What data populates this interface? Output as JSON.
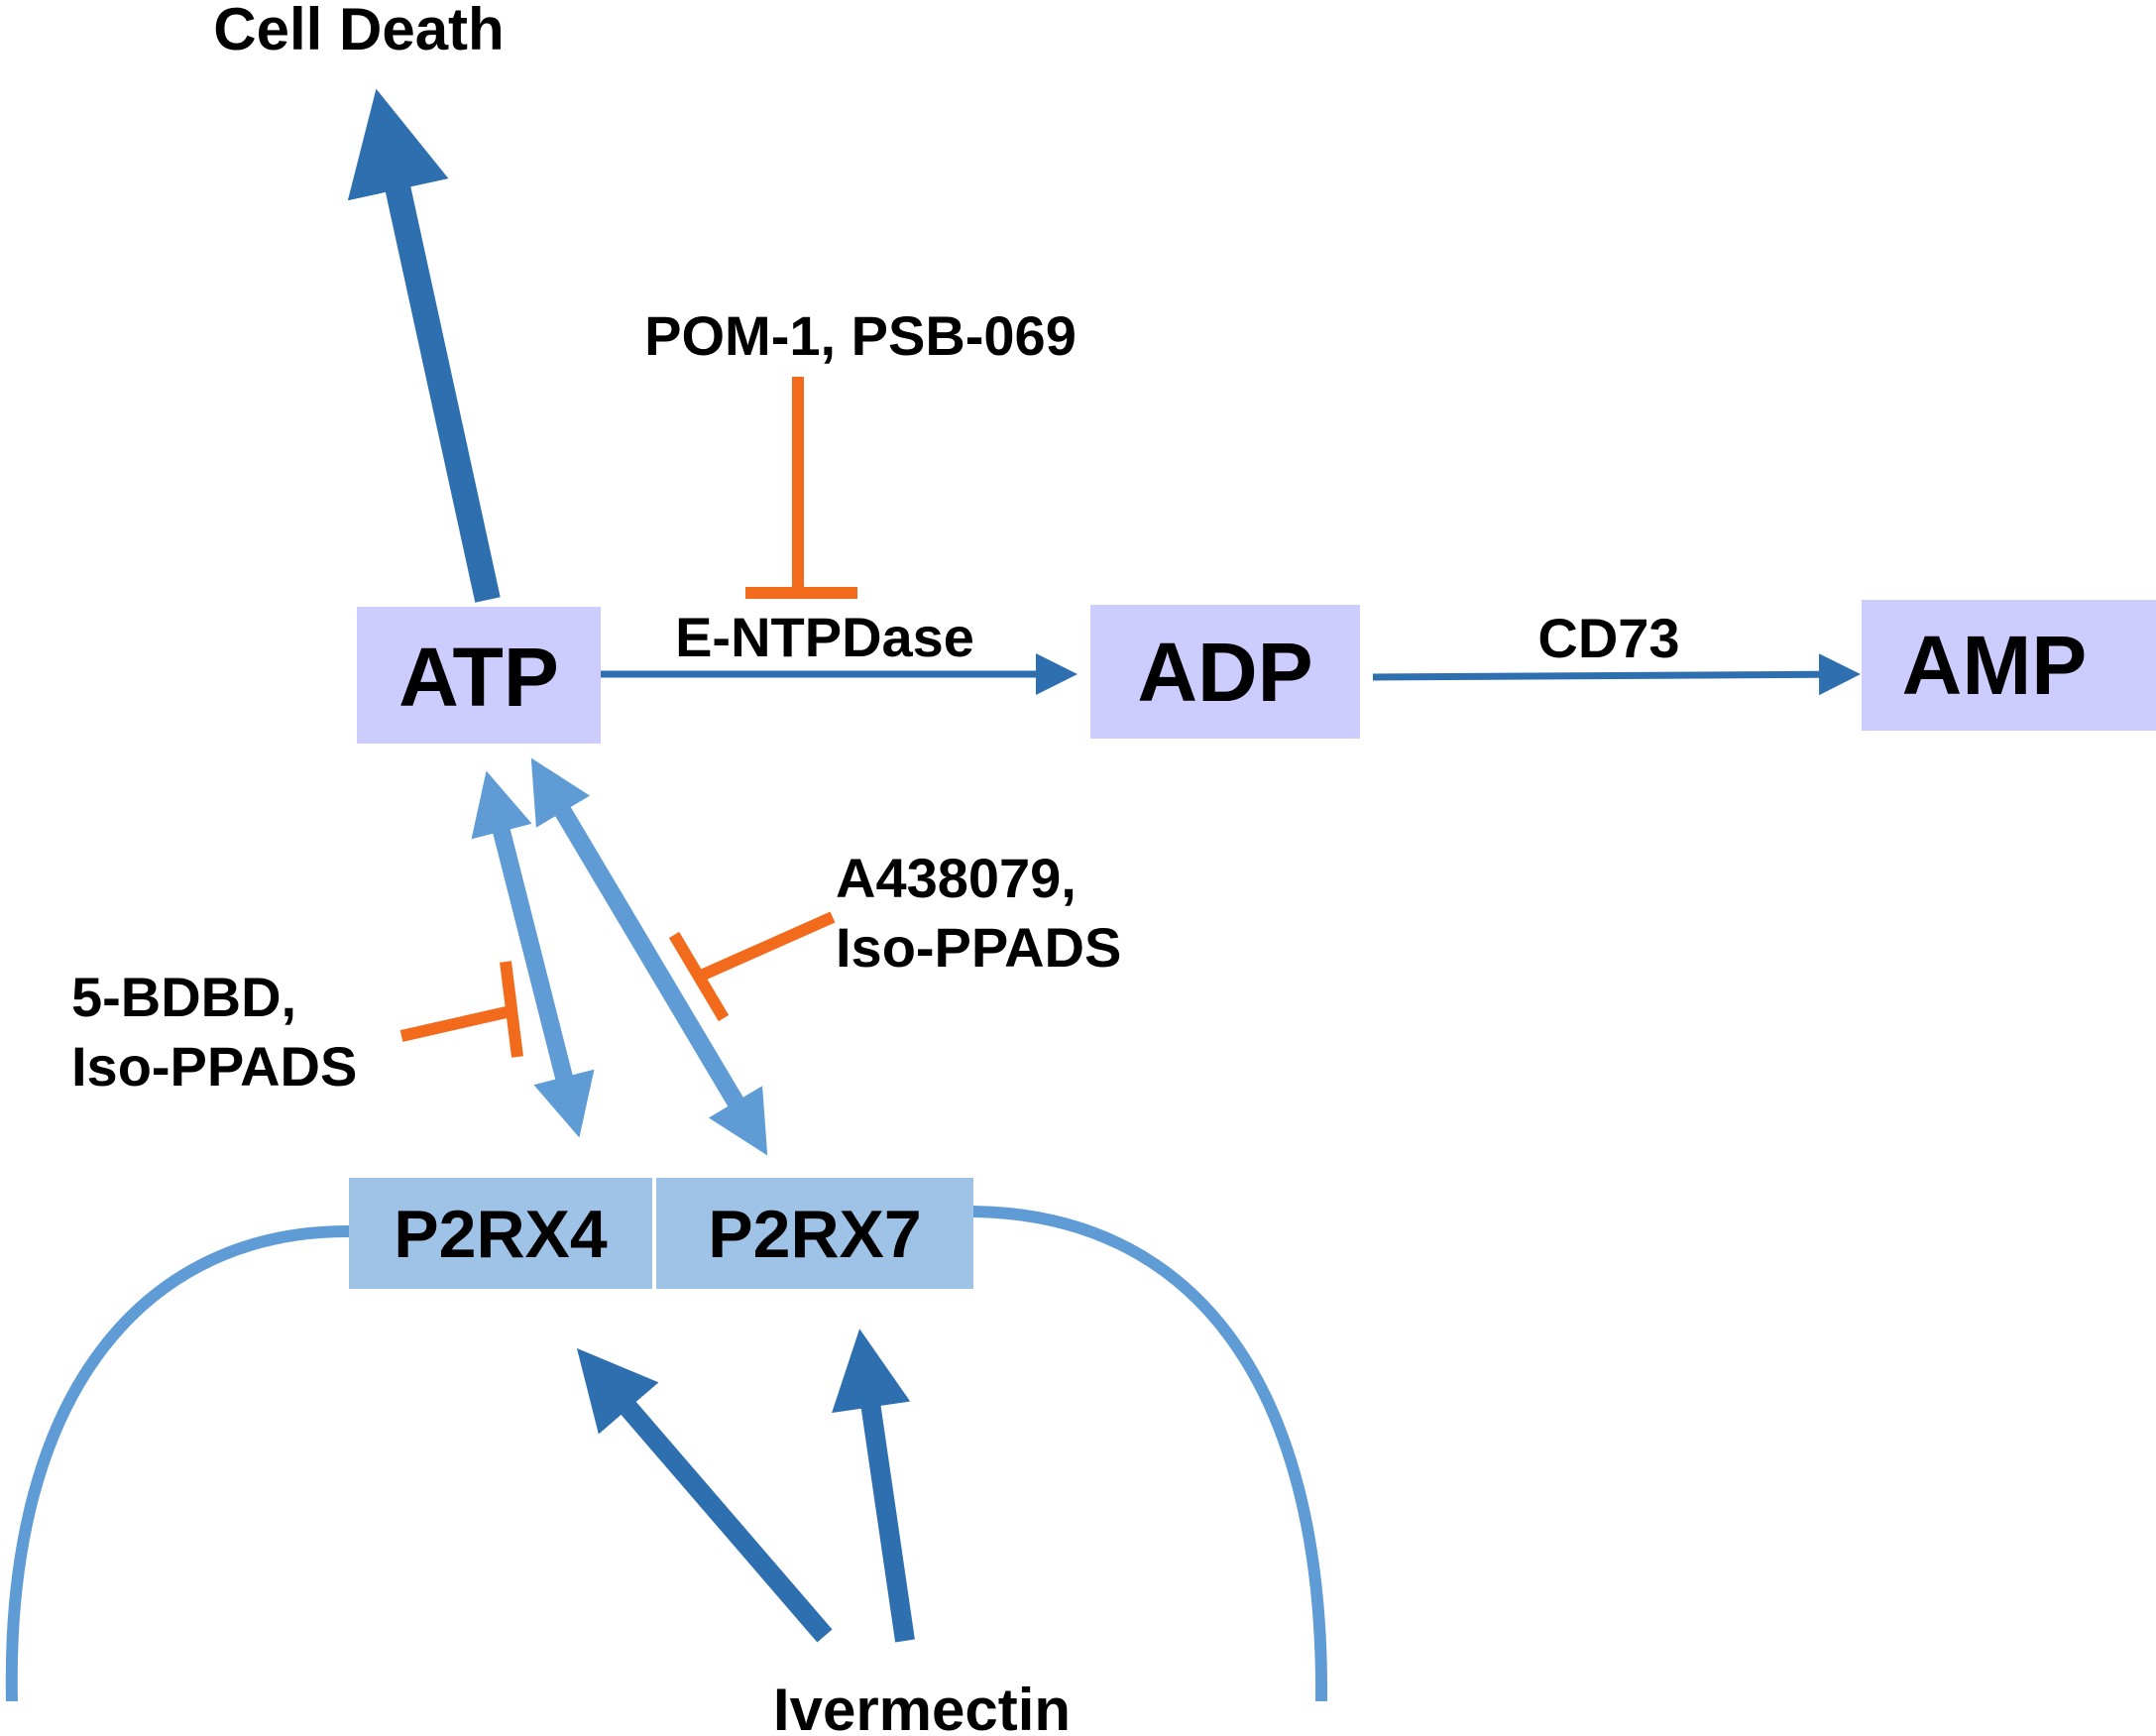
{
  "nodes": {
    "atp": "ATP",
    "adp": "ADP",
    "amp": "AMP",
    "p2rx4": "P2RX4",
    "p2rx7": "P2RX7"
  },
  "labels": {
    "cell_death": "Cell Death",
    "entpdase": "E-NTPDase",
    "cd73": "CD73",
    "ivermectin": "Ivermectin"
  },
  "inhibitors": {
    "pom": "POM-1, PSB-069",
    "a438_line1": "A438079,",
    "a438_line2": "Iso-PPADS",
    "bdbd_line1": "5-BDBD,",
    "bdbd_line2": "Iso-PPADS"
  },
  "colors": {
    "activation_dark": "#2e6fb0",
    "activation_light": "#5f9bd4",
    "inhibition": "#f26b1d",
    "node_fill": "#ccccff",
    "receptor_fill": "#9fc3e7"
  }
}
